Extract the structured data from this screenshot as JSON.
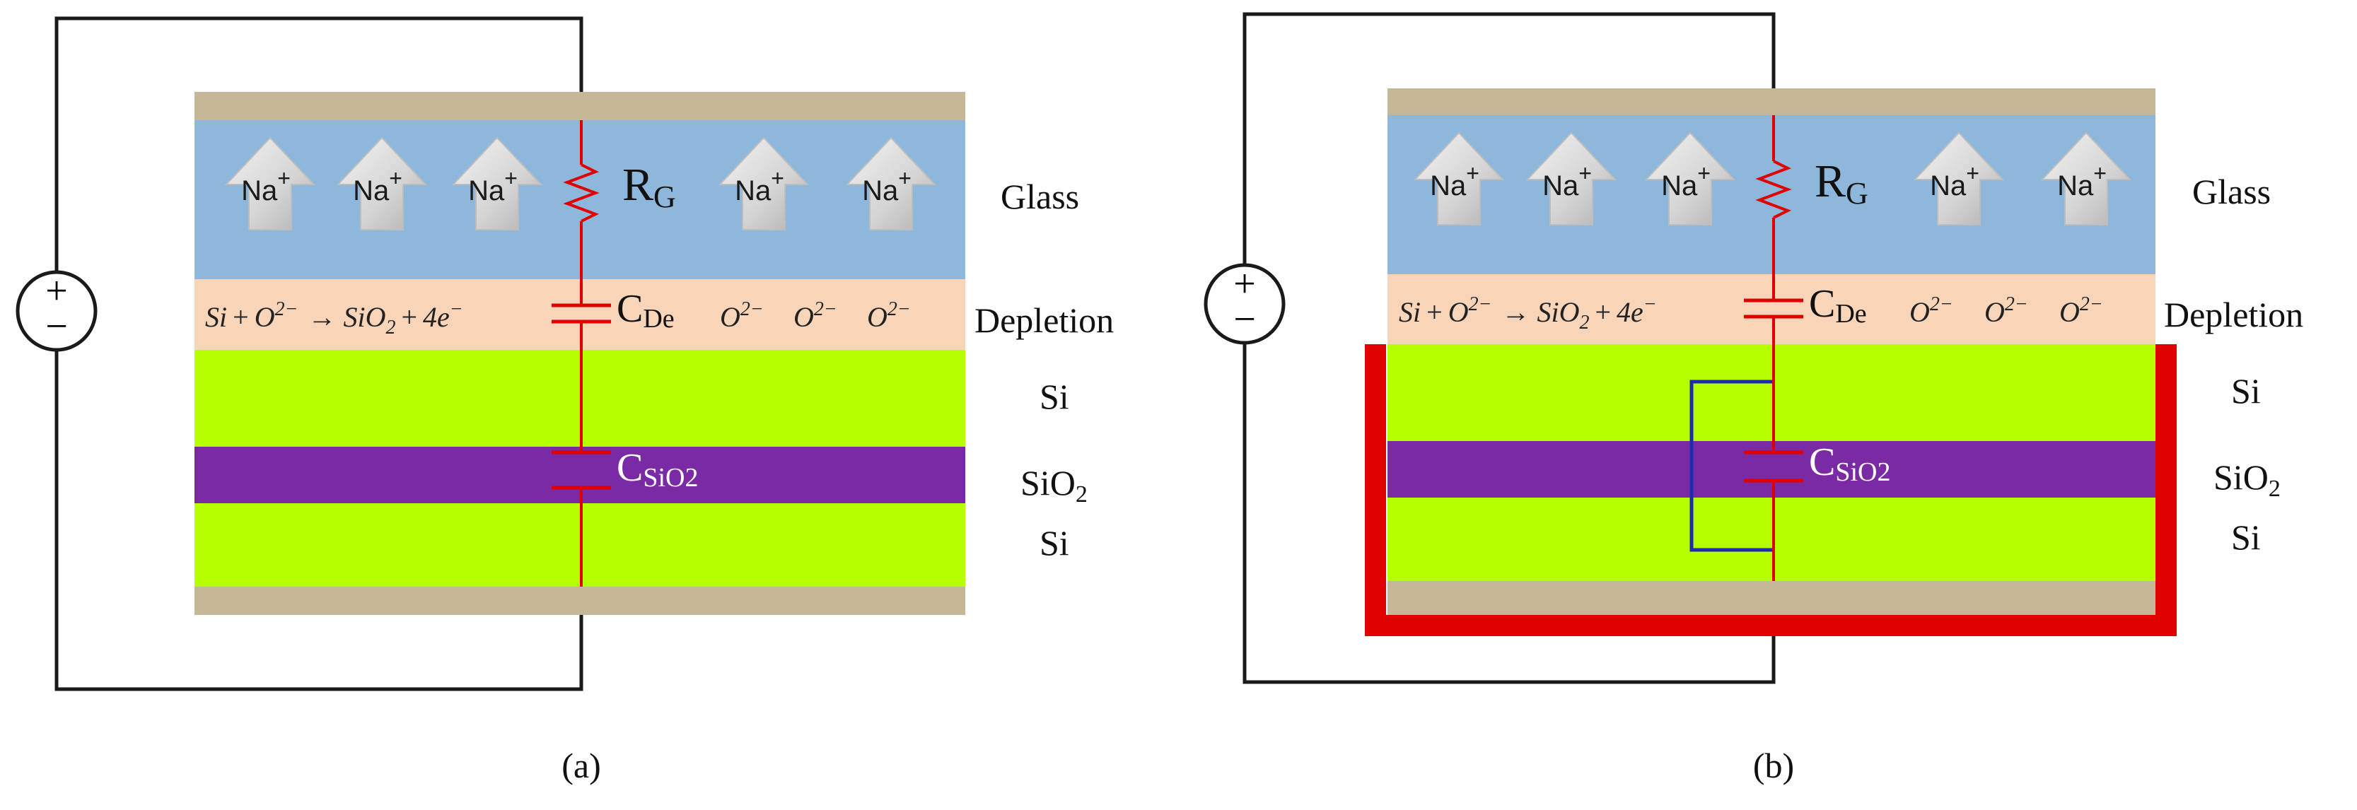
{
  "colors": {
    "electrode": "#c6b896",
    "glass": "#8db7db",
    "depletion": "#f8d4b8",
    "si": "#b5ff00",
    "sio2": "#7b2aa6",
    "circuit_wire": "#1a1a1a",
    "circuit_red": "#e00000",
    "bypass_blue": "#1c2cb0",
    "ion": "#e3e3e3"
  },
  "icons": {
    "voltage_source": "dc-voltage-source-icon",
    "sodium_ion": "sodium-ion-arrow-icon",
    "resistor": "zigzag-resistor-icon",
    "capacitor": "parallel-plate-capacitor-icon"
  },
  "ion": {
    "symbol": "Na",
    "charge": "+"
  },
  "voltage_source": {
    "plus": "+",
    "minus": "−"
  },
  "components": {
    "resistor": {
      "main": "R",
      "sub": "G"
    },
    "cap_depletion": {
      "main": "C",
      "sub": "De"
    },
    "cap_oxide": {
      "main": "C",
      "sub": "SiO2"
    }
  },
  "reaction": {
    "left": "Si",
    "plus1": "+",
    "oxygen": "O",
    "oxygen_charge": "2−",
    "arrow": "→",
    "product_main": "SiO",
    "product_sub": "2",
    "plus2": "+",
    "electrons": "4e",
    "electron_charge": "−"
  },
  "layers": {
    "glass": "Glass",
    "depletion": "Depletion",
    "si": "Si",
    "sio2_main": "SiO",
    "sio2_sub": "2"
  },
  "panels": [
    {
      "caption": "(a)"
    },
    {
      "caption": "(b)"
    }
  ]
}
